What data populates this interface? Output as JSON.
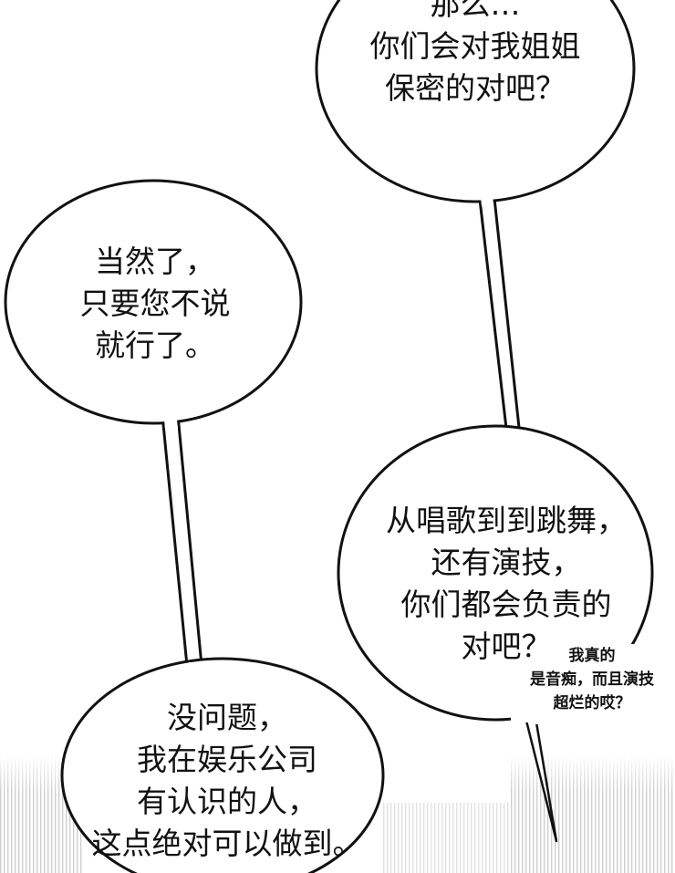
{
  "bubbles": {
    "top_right": {
      "lines": [
        "那么…",
        "你们会对我姐姐",
        "保密的对吧？"
      ]
    },
    "left_upper": {
      "lines": [
        "当然了，",
        "只要您不说",
        "就行了。"
      ]
    },
    "right_lower": {
      "lines": [
        "从唱歌到到跳舞，",
        "还有演技，",
        "你们都会负责的",
        "对吧？"
      ]
    },
    "bottom_left": {
      "lines": [
        "没问题，",
        "我在娱乐公司",
        "有认识的人，",
        "这点绝对可以做到。"
      ]
    }
  },
  "aside": {
    "lines": [
      "我真的",
      "是音痴，而且演技",
      "超烂的哎？"
    ]
  }
}
